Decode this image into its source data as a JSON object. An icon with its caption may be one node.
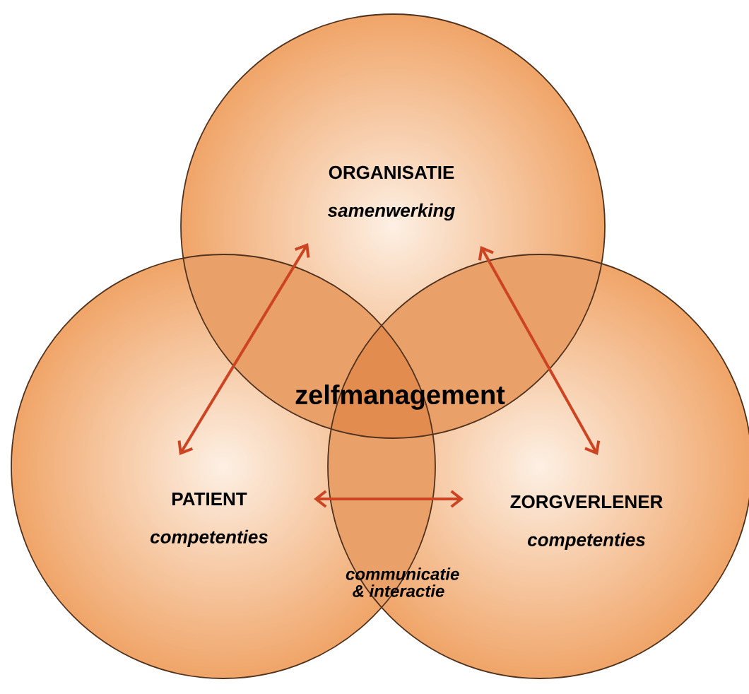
{
  "diagram": {
    "nodes": [
      {
        "text": [
          "ORGANISATIE",
          "samenwerking"
        ]
      },
      {
        "text": [
          "PATIENT",
          "competenties"
        ]
      },
      {
        "text": [
          "ZORGVERLENER",
          "competenties"
        ]
      }
    ],
    "edges": [
      {
        "from": 0,
        "to": 1,
        "arrow": "both"
      },
      {
        "from": 0,
        "to": 2,
        "arrow": "both"
      },
      {
        "from": 1,
        "to": 2,
        "arrow": "both"
      }
    ],
    "labels": [
      "zelfmanagement",
      "communicatie & interactie"
    ]
  }
}
